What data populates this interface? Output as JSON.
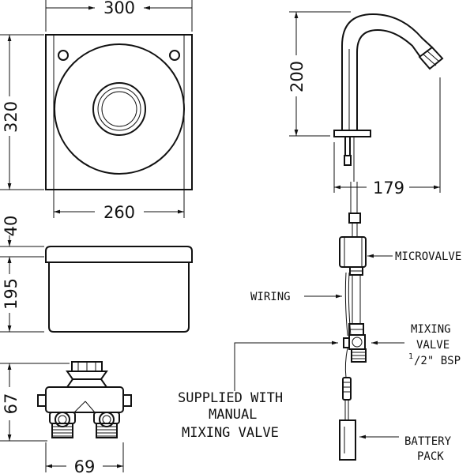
{
  "dimensions": {
    "basin_width": "300",
    "basin_height": "320",
    "basin_inner_width": "260",
    "rim_height": "40",
    "body_height": "195",
    "valve_height": "67",
    "valve_width": "69",
    "tap_height": "200",
    "tap_reach": "179"
  },
  "labels": {
    "microvalve": "MICROVALVE",
    "wiring": "WIRING",
    "mixing_valve": {
      "line1": "MIXING",
      "line2": "VALVE",
      "line3_sup": "1",
      "line3_sub": "/2\" BSP"
    },
    "supplied_with": {
      "line1": "SUPPLIED WITH",
      "line2": "MANUAL",
      "line3": "MIXING VALVE"
    },
    "battery_pack": {
      "line1": "BATTERY",
      "line2": "PACK"
    }
  }
}
